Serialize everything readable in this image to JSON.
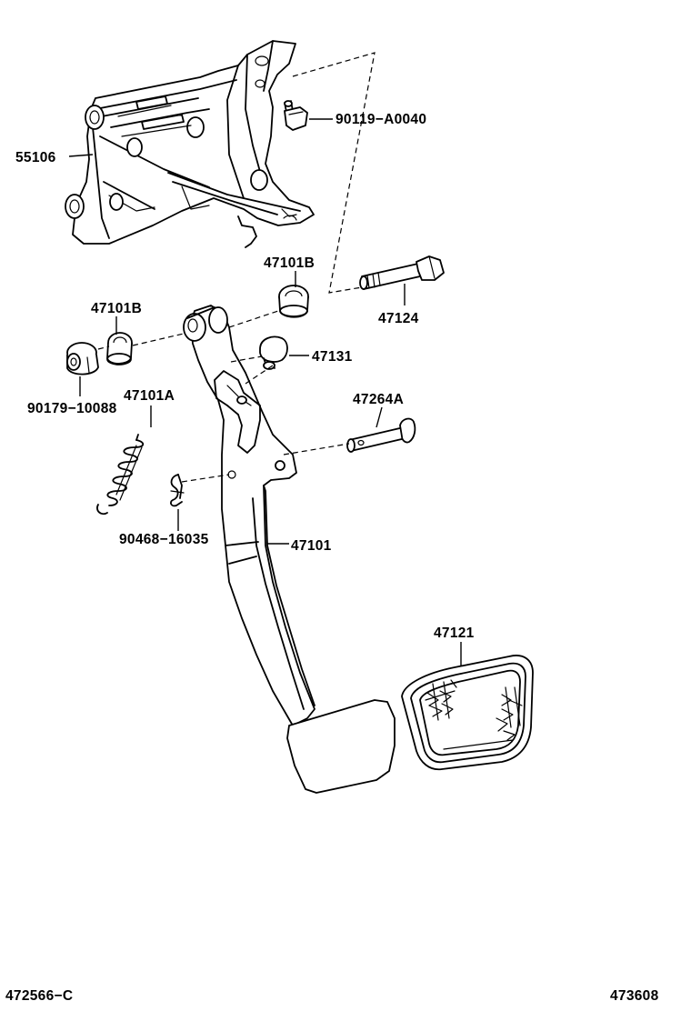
{
  "labels": {
    "l55106": "55106",
    "l90119": "90119−A0040",
    "l47101B_top": "47101B",
    "l47124": "47124",
    "l47101B_left": "47101B",
    "l47131": "47131",
    "l90179": "90179−10088",
    "l47101A": "47101A",
    "l47264A": "47264A",
    "l90468": "90468−16035",
    "l47101": "47101",
    "l47121": "47121"
  },
  "footer": {
    "left": "472566−C",
    "right": "473608"
  }
}
